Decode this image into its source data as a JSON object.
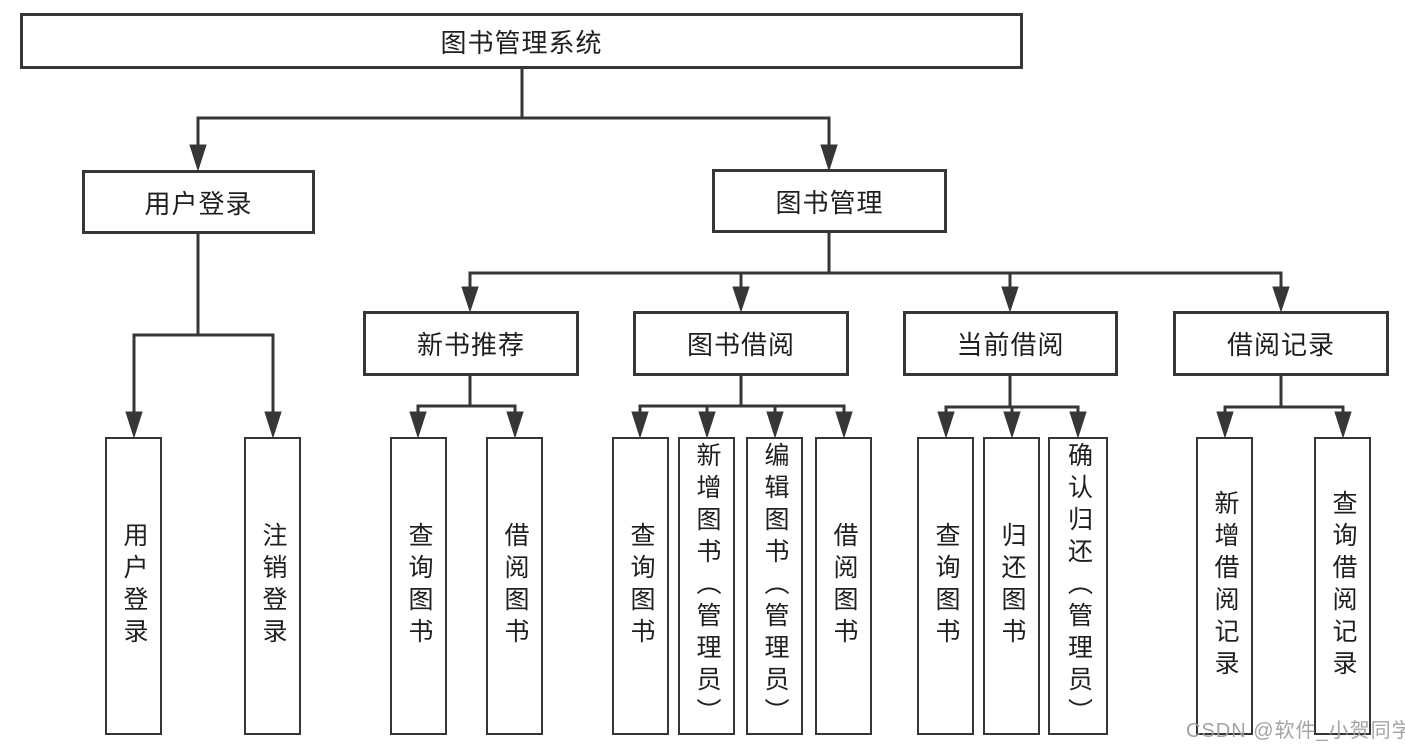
{
  "diagram_title": "图书管理系统",
  "tree": {
    "label": "图书管理系统",
    "children": [
      {
        "label": "用户登录",
        "children": [
          {
            "label": "用户登录"
          },
          {
            "label": "注销登录"
          }
        ]
      },
      {
        "label": "图书管理",
        "children": [
          {
            "label": "新书推荐",
            "children": [
              {
                "label": "查询图书"
              },
              {
                "label": "借阅图书"
              }
            ]
          },
          {
            "label": "图书借阅",
            "children": [
              {
                "label": "查询图书"
              },
              {
                "label": "新增图书（管理员）"
              },
              {
                "label": "编辑图书（管理员）"
              },
              {
                "label": "借阅图书"
              }
            ]
          },
          {
            "label": "当前借阅",
            "children": [
              {
                "label": "查询图书"
              },
              {
                "label": "归还图书"
              },
              {
                "label": "确认归还（管理员）"
              }
            ]
          },
          {
            "label": "借阅记录",
            "children": [
              {
                "label": "新增借阅记录"
              },
              {
                "label": "查询借阅记录"
              }
            ]
          }
        ]
      }
    ]
  },
  "watermark": "CSDN @软件_小贺同学",
  "colors": {
    "line": "#363636",
    "box_border": "#363636",
    "text": "#1f1f1f",
    "watermark": "#9e9e9e",
    "background": "#ffffff"
  }
}
